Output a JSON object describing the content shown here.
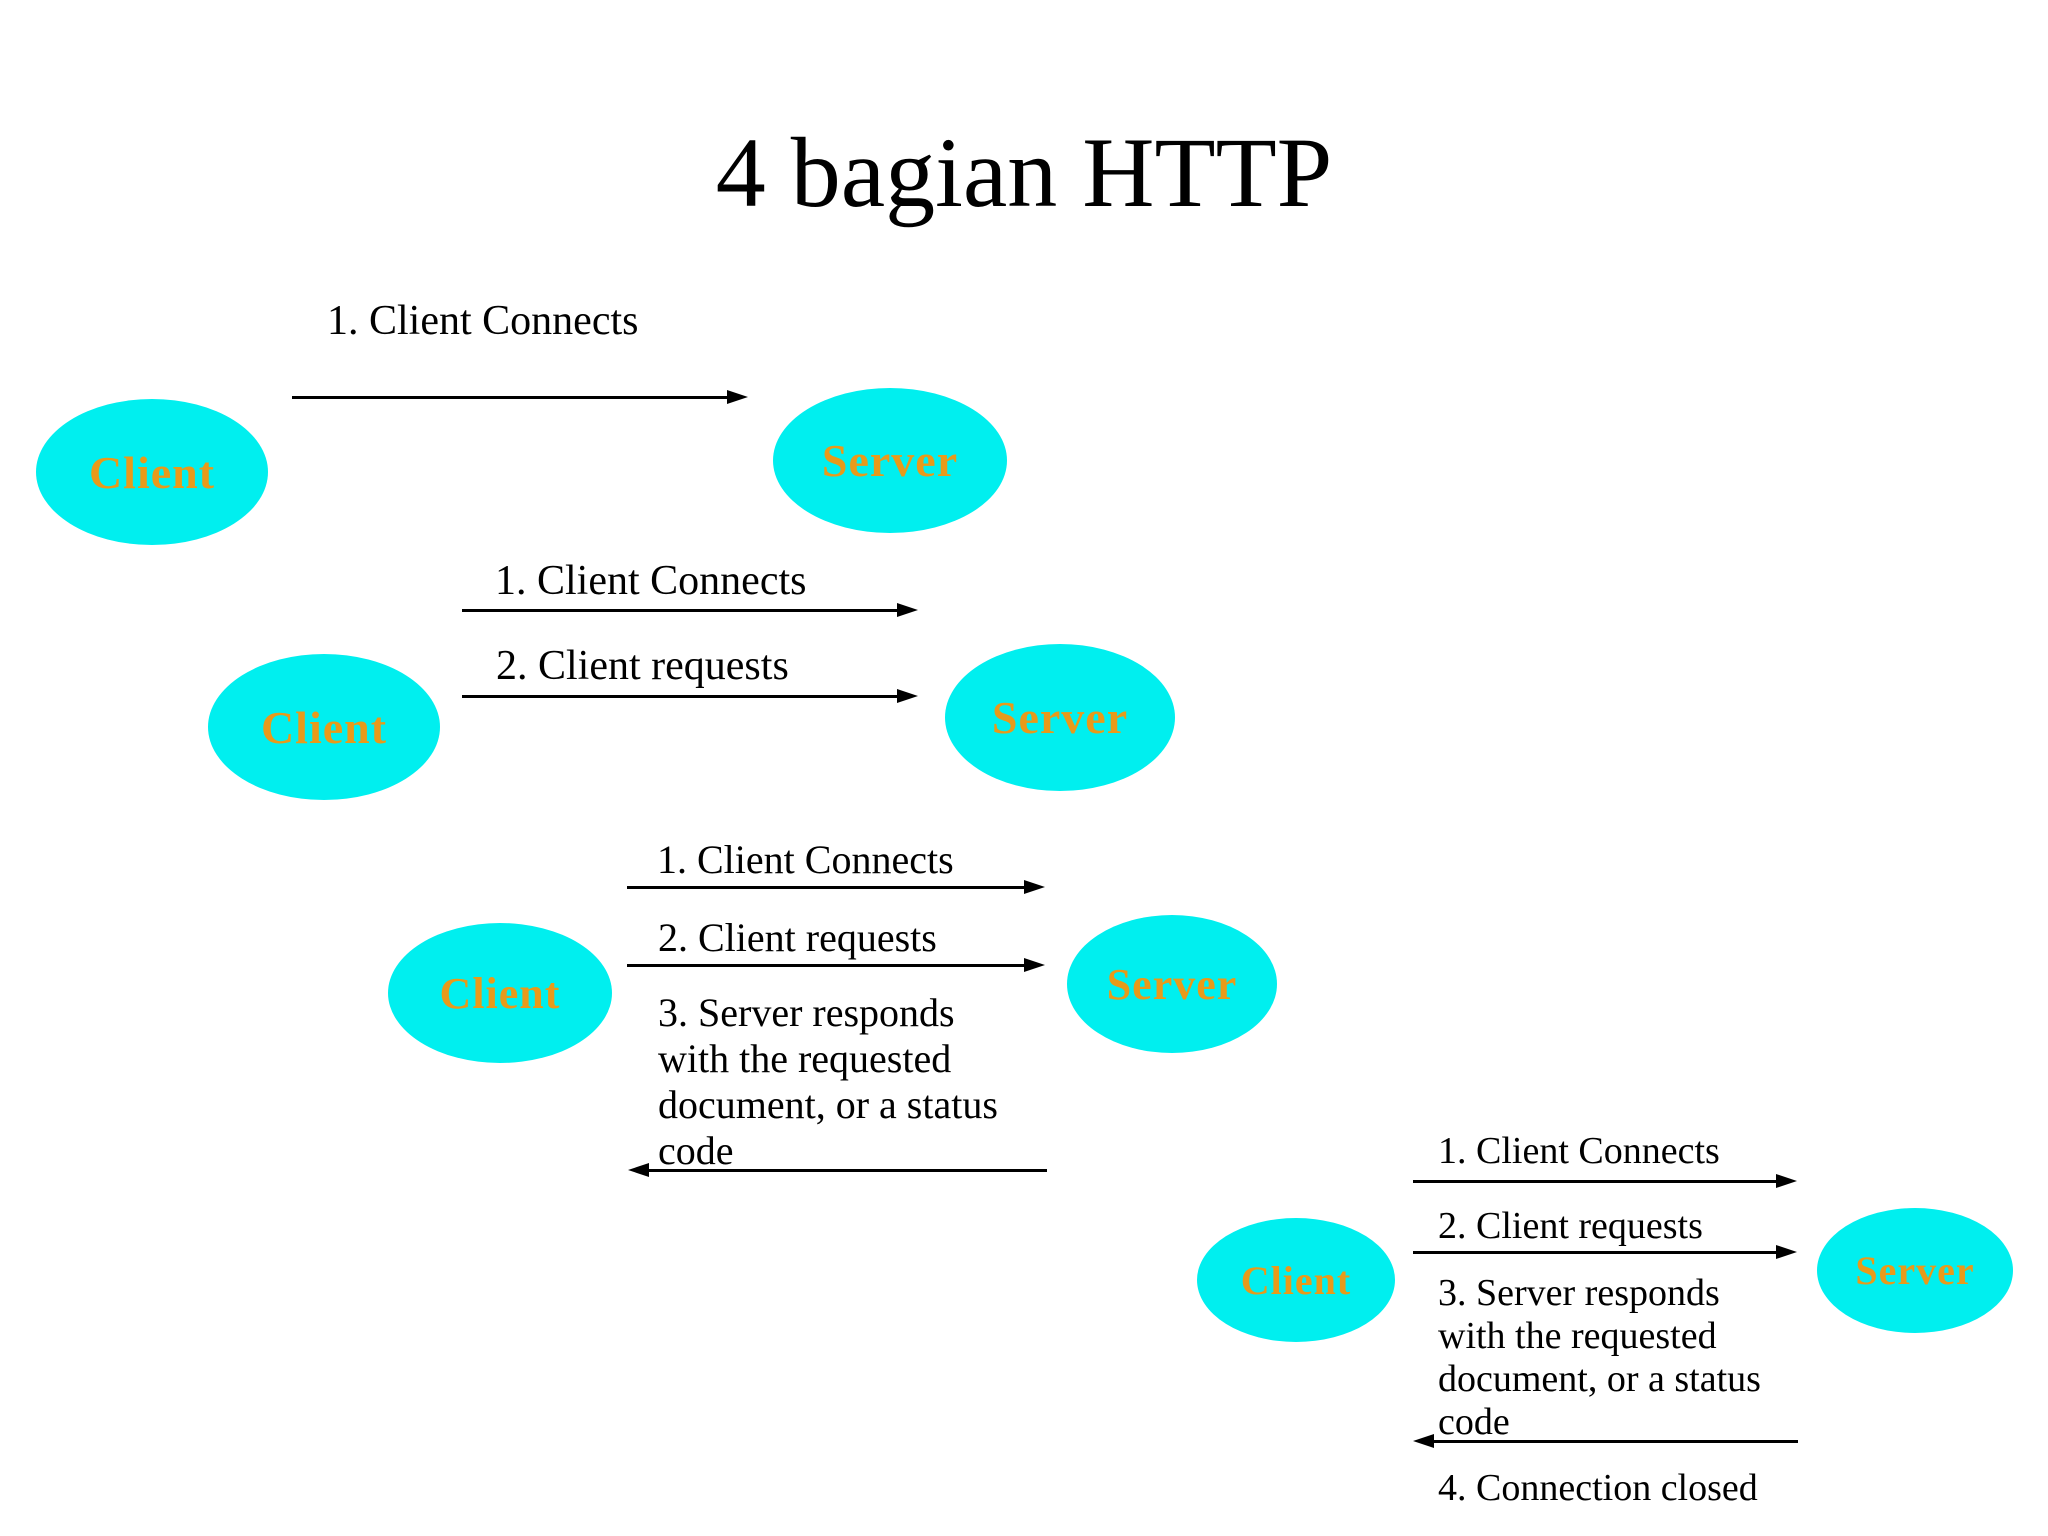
{
  "slide": {
    "title": "4 bagian HTTP",
    "colors": {
      "background": "#ffffff",
      "node_fill": "#00efef",
      "node_text": "#e89a1a",
      "label_text": "#000000"
    },
    "stages": [
      {
        "client": "Client",
        "server": "Server",
        "steps": [
          "1. Client Connects"
        ]
      },
      {
        "client": "Client",
        "server": "Server",
        "steps": [
          "1. Client Connects",
          "2. Client requests"
        ]
      },
      {
        "client": "Client",
        "server": "Server",
        "steps": [
          "1. Client Connects",
          "2. Client requests"
        ],
        "response_lines": [
          "3. Server responds",
          "with the requested",
          "document, or a status",
          "code"
        ]
      },
      {
        "client": "Client",
        "server": "Server",
        "steps": [
          "1. Client Connects",
          "2. Client requests"
        ],
        "response_lines": [
          "3. Server responds",
          "with the requested",
          "document, or a status",
          "code"
        ],
        "close_step": "4. Connection closed"
      }
    ]
  }
}
